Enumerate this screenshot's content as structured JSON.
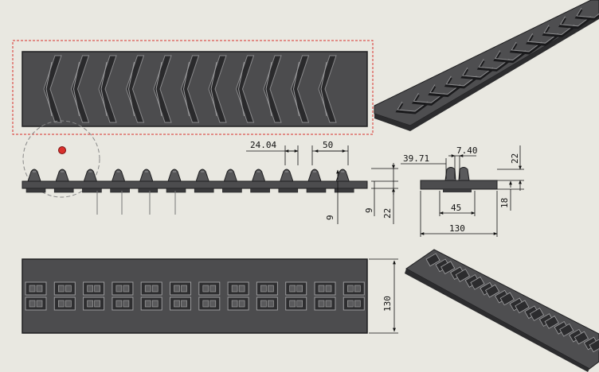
{
  "colors": {
    "background": "#e9e8e1",
    "part_fill": "#4c4c4e",
    "part_dark": "#2a2a2c",
    "part_light": "#8a8a8c",
    "selection": "#d9302c",
    "dimension": "#111111"
  },
  "views": {
    "top_view": "chevron pattern belt, top view",
    "front_view": "side profile with cleats",
    "side_view": "end profile",
    "bottom_view": "underside with lug blocks",
    "iso_top": "isometric top view",
    "iso_bottom": "isometric bottom view"
  },
  "dimensions": {
    "cleat_width": "24.04",
    "pitch": "50",
    "profile_offset": "39.71",
    "cleat_gap": "7.40",
    "profile_height": "22",
    "base_thickness_a": "9",
    "base_thickness_b": "9",
    "total_height": "22",
    "side_height": "18",
    "center_width": "45",
    "belt_width": "130",
    "bottom_width": "130"
  },
  "counts": {
    "chevrons": 11,
    "cleats": 12,
    "lug_columns": 12
  }
}
